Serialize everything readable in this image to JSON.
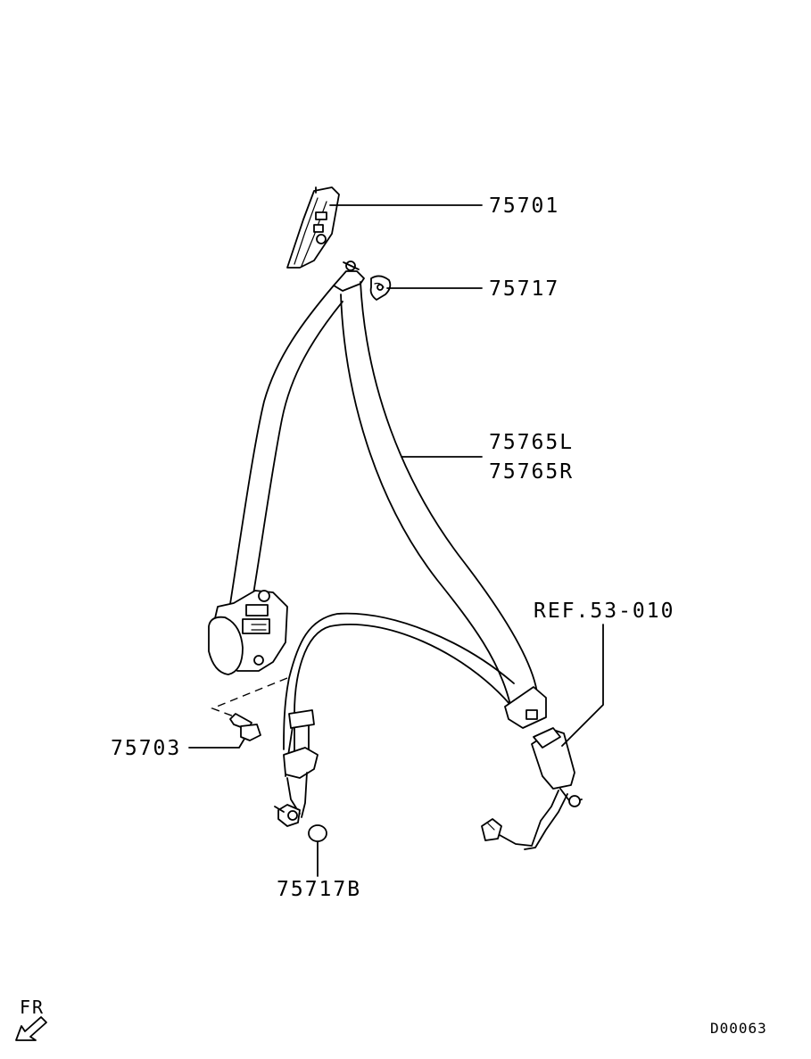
{
  "parts": {
    "p75701": "75701",
    "p75717": "75717",
    "p75765L": "75765L",
    "p75765R": "75765R",
    "ref": "REF.53-010",
    "p75703": "75703",
    "p75717B": "75717B"
  },
  "direction_label": "FR",
  "diagram_code": "D00063",
  "icons": {
    "direction": "front-direction-arrow-icon"
  },
  "colors": {
    "line": "#000000",
    "background": "#ffffff"
  }
}
